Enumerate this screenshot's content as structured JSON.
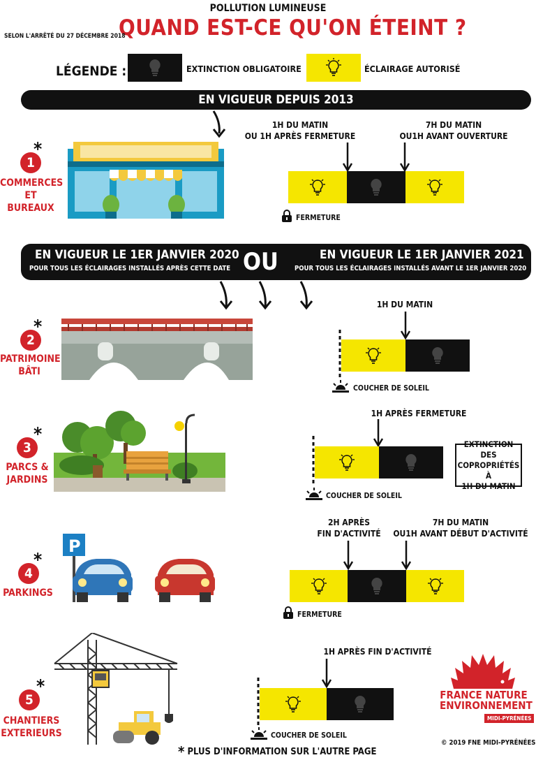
{
  "header": {
    "supertitle": "POLLUTION LUMINEUSE",
    "title": "QUAND EST-CE QU'ON ÉTEINT ?",
    "date_note": "SELON L'ARRÊTÉ DU 27 DÉCEMBRE 2018"
  },
  "legend": {
    "label": "LÉGENDE :",
    "dark": "EXTINCTION OBLIGATOIRE",
    "light": "ÉCLAIRAGE AUTORISÉ"
  },
  "banner1": "EN VIGUEUR DEPUIS 2013",
  "banner2": {
    "left_title": "EN VIGUEUR LE 1ER JANVIER 2020",
    "left_sub": "POUR TOUS LES ÉCLAIRAGES INSTALLÉS APRÈS CETTE DATE",
    "or": "OU",
    "right_title": "EN VIGUEUR LE 1ER JANVIER 2021",
    "right_sub": "POUR TOUS LES ÉCLAIRAGES INSTALLÉS AVANT LE 1ER JANVIER 2020"
  },
  "categories": [
    {
      "num": "1",
      "name_l1": "COMMERCES",
      "name_l2": "ET BUREAUX"
    },
    {
      "num": "2",
      "name_l1": "PATRIMOINE",
      "name_l2": "BÂTI"
    },
    {
      "num": "3",
      "name_l1": "PARCS &",
      "name_l2": "JARDINS"
    },
    {
      "num": "4",
      "name_l1": "PARKINGS",
      "name_l2": ""
    },
    {
      "num": "5",
      "name_l1": "CHANTIERS",
      "name_l2": "EXTERIEURS"
    }
  ],
  "s1": {
    "mark1_l1": "1H DU MATIN",
    "mark1_l2": "OU 1H APRÈS FERMETURE",
    "mark2_l1": "7H DU MATIN",
    "mark2_l2": "OU1H AVANT OUVERTURE",
    "foot": "FERMETURE"
  },
  "s2": {
    "mark": "1H DU MATIN",
    "foot": "COUCHER DE SOLEIL"
  },
  "s3": {
    "mark": "1H APRÈS FERMETURE",
    "foot": "COUCHER DE SOLEIL",
    "note_l1": "EXTINCTION DES",
    "note_l2": "COPROPRIÉTÉS À",
    "note_l3": "1H DU MATIN"
  },
  "s4": {
    "mark1_l1": "2H APRÈS",
    "mark1_l2": "FIN D'ACTIVITÉ",
    "mark2_l1": "7H DU MATIN",
    "mark2_l2": "OU1H AVANT DÉBUT D'ACTIVITÉ",
    "foot": "FERMETURE"
  },
  "s5": {
    "mark": "1H APRÈS FIN D'ACTIVITÉ",
    "foot": "COUCHER DE SOLEIL"
  },
  "footer": {
    "more": "PLUS D'INFORMATION SUR L'AUTRE PAGE",
    "org_l1": "FRANCE NATURE",
    "org_l2": "ENVIRONNEMENT",
    "org_region": "MIDI-PYRÉNÉES",
    "copyright": "© 2019 FNE MIDI-PYRÉNÉES"
  },
  "colors": {
    "accent": "#d2232a",
    "light": "#f5e600",
    "dark": "#111111"
  }
}
